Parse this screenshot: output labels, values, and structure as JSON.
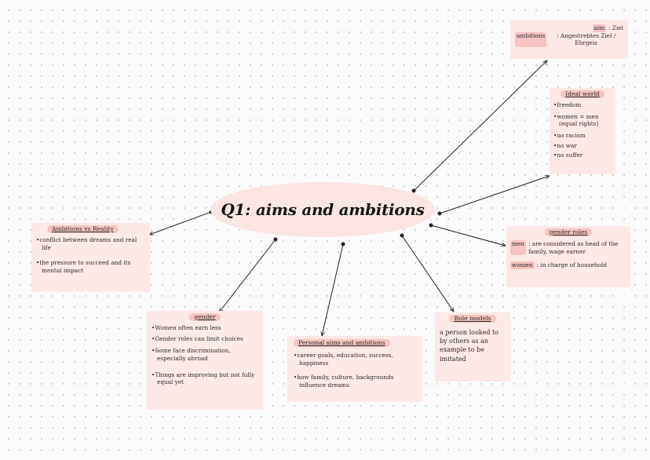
{
  "center": {
    "title": "Q1: aims and ambitions"
  },
  "definitions": {
    "aim_term": "aim",
    "aim_def": ": Ziel",
    "ambitions_term": "ambitions",
    "ambitions_def": ": Angestrebtes Ziel / Ehrgeiz"
  },
  "ideal_world": {
    "title": "Ideal world",
    "items": [
      "freedom",
      "women = men (equal rights)",
      "no racism",
      "no war",
      "no suffer"
    ]
  },
  "gender_roles": {
    "title": "gender roles",
    "men_term": "men",
    "men_def": ": are considered as head of the family, wage earner",
    "women_term": "women",
    "women_def": ": in charge of household"
  },
  "role_models": {
    "title": "Role models",
    "text": "a person looked to by others as an example to be imitated"
  },
  "personal_aims": {
    "title": "Personal aims and ambitions",
    "items": [
      "career goals, education, success, happiness",
      "how family, culture, backgrounds influence dreams"
    ]
  },
  "gender": {
    "title": "gender",
    "items": [
      "Women often earn less",
      "Gender roles can limit choices",
      "Some face discrimination, especially abroad",
      "Things are improving but not fully equal yet"
    ]
  },
  "ambitions_reality": {
    "title": "Ambitions vs Reality",
    "items": [
      "conflict between dreams and real life",
      "the pressure to succeed and its mental impact"
    ]
  }
}
